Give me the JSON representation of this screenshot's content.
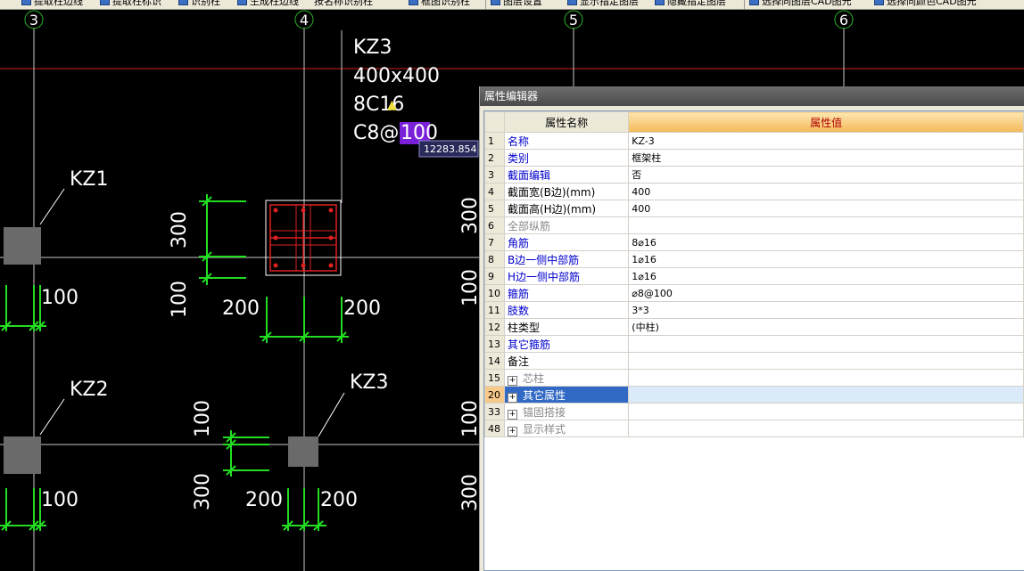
{
  "toolbar": {
    "items": [
      "提取柱边线",
      "提取柱标识",
      "识别柱",
      "生成柱边线",
      "按名称识别柱",
      "框图识别柱",
      "图层设置",
      "显示指定图层",
      "隐藏指定图层",
      "选择同图层CAD图元",
      "选择同颜色CAD图元"
    ]
  },
  "canvas": {
    "axis_labels": [
      "3",
      "4",
      "5",
      "6"
    ],
    "callout": {
      "name": "KZ3",
      "size": "400x400",
      "rebar": "8C16",
      "stirrup_prefix": "C8@",
      "stirrup_value": "100"
    },
    "coord_tooltip": "12283.854",
    "column_labels": [
      "KZ1",
      "KZ2",
      "KZ3"
    ],
    "dim_texts": [
      "300",
      "100",
      "200",
      "200",
      "100",
      "100",
      "100",
      "300",
      "200",
      "200",
      "100",
      "300",
      "100",
      "300"
    ]
  },
  "property_editor": {
    "title": "属性编辑器",
    "col_name": "属性名称",
    "col_value": "属性值",
    "rows": [
      {
        "num": "1",
        "name": "名称",
        "value": "KZ-3"
      },
      {
        "num": "2",
        "name": "类别",
        "value": "框架柱"
      },
      {
        "num": "3",
        "name": "截面编辑",
        "value": "否"
      },
      {
        "num": "4",
        "name": "截面宽(B边)(mm)",
        "value": "400"
      },
      {
        "num": "5",
        "name": "截面高(H边)(mm)",
        "value": "400"
      },
      {
        "num": "6",
        "name": "全部纵筋",
        "value": ""
      },
      {
        "num": "7",
        "name": "角筋",
        "value": "8⌀16"
      },
      {
        "num": "8",
        "name": "B边一侧中部筋",
        "value": "1⌀16"
      },
      {
        "num": "9",
        "name": "H边一侧中部筋",
        "value": "1⌀16"
      },
      {
        "num": "10",
        "name": "箍筋",
        "value": "⌀8@100"
      },
      {
        "num": "11",
        "name": "肢数",
        "value": "3*3"
      },
      {
        "num": "12",
        "name": "柱类型",
        "value": "(中柱)"
      },
      {
        "num": "13",
        "name": "其它箍筋",
        "value": ""
      },
      {
        "num": "14",
        "name": "备注",
        "value": ""
      },
      {
        "num": "15",
        "name": "芯柱",
        "value": ""
      },
      {
        "num": "20",
        "name": "其它属性",
        "value": ""
      },
      {
        "num": "33",
        "name": "锚固搭接",
        "value": ""
      },
      {
        "num": "48",
        "name": "显示样式",
        "value": ""
      }
    ]
  }
}
